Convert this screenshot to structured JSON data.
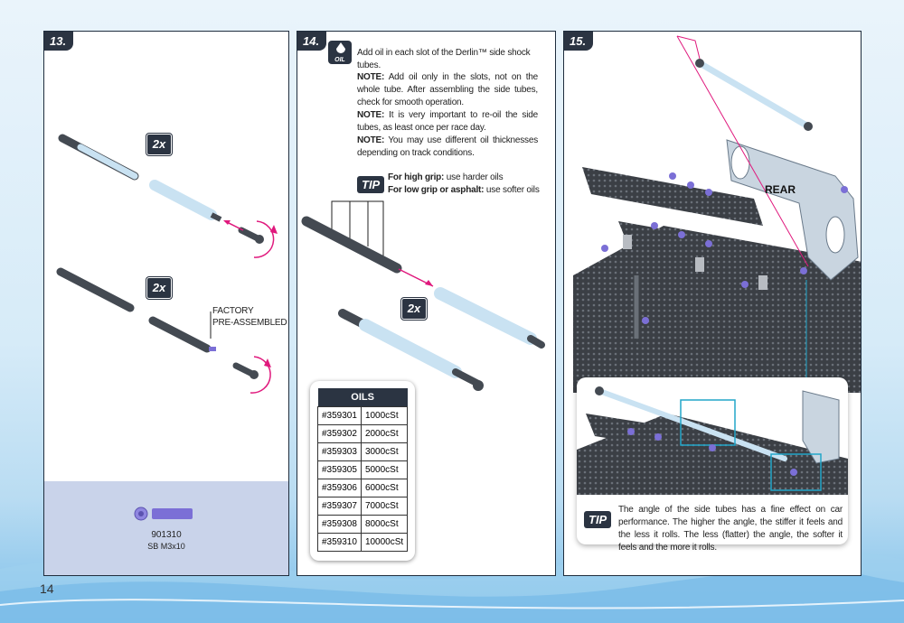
{
  "page_number": "14",
  "step13": {
    "badge": "13.",
    "mult_a": "2x",
    "mult_b": "2x",
    "factory_label_1": "FACTORY",
    "factory_label_2": "PRE-ASSEMBLED",
    "part_number": "901310",
    "part_name": "SB M3x10"
  },
  "step14": {
    "badge": "14.",
    "oil_icon_text": "OIL",
    "instruction": "Add oil in each slot of the Derlin™ side shock tubes.",
    "note_label": "NOTE:",
    "note1": "Add oil only in the slots, not on the whole tube. After assembling the side tubes, check for smooth operation.",
    "note2": "It is very important to re-oil the side tubes, as least once per race day.",
    "note3": "You may use different oil thicknesses depending on track conditions.",
    "tip_badge": "TIP",
    "tip1_label": "For high grip:",
    "tip1_text": "use harder oils",
    "tip2_label": "For low grip or asphalt:",
    "tip2_text": "use softer oils",
    "mult": "2x",
    "oils_header": "OILS",
    "oils": [
      {
        "code": "#359301",
        "visc": "1000cSt"
      },
      {
        "code": "#359302",
        "visc": "2000cSt"
      },
      {
        "code": "#359303",
        "visc": "3000cSt"
      },
      {
        "code": "#359305",
        "visc": "5000cSt"
      },
      {
        "code": "#359306",
        "visc": "6000cSt"
      },
      {
        "code": "#359307",
        "visc": "7000cSt"
      },
      {
        "code": "#359308",
        "visc": "8000cSt"
      },
      {
        "code": "#359310",
        "visc": "10000cSt"
      }
    ]
  },
  "step15": {
    "badge": "15.",
    "rear_label": "REAR",
    "tip_badge": "TIP",
    "tip_text": "The angle of the side tubes has a fine effect on car performance. The higher the angle, the stiffer it feels and the less it rolls. The less (flatter) the angle, the softer it feels and the more it rolls."
  },
  "colors": {
    "badge": "#2b3442",
    "arrow": "#e0197d",
    "tube": "#c9e2f2",
    "rod": "#444a52",
    "bolt": "#7b6fd6",
    "bottom_band": "#c9d3ea"
  }
}
